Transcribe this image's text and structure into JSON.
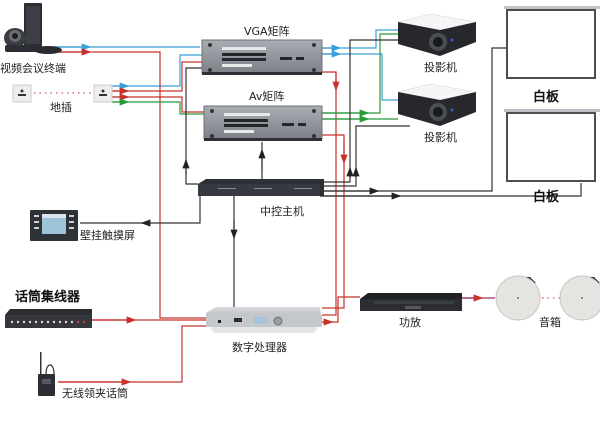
{
  "labels": {
    "video_terminal": "视频会议终端",
    "floor_socket": "地插",
    "vga_matrix": "VGA矩阵",
    "av_matrix": "Av矩阵",
    "projector_1": "投影机",
    "projector_2": "投影机",
    "whiteboard_1": "白板",
    "whiteboard_2": "白板",
    "central_controller": "中控主机",
    "touch_screen": "壁挂触摸屏",
    "mic_hub": "话筒集线器",
    "wireless_mic": "无线领夹话筒",
    "dsp": "数字处理器",
    "amplifier": "功放",
    "speakers": "音箱"
  },
  "colors": {
    "vga_line": "#3aa0d8",
    "audio_line": "#c8302a",
    "video_line": "#2a9a3a",
    "control_line": "#333333",
    "device_gray": "#8e9298",
    "device_dark": "#2a2c30"
  }
}
